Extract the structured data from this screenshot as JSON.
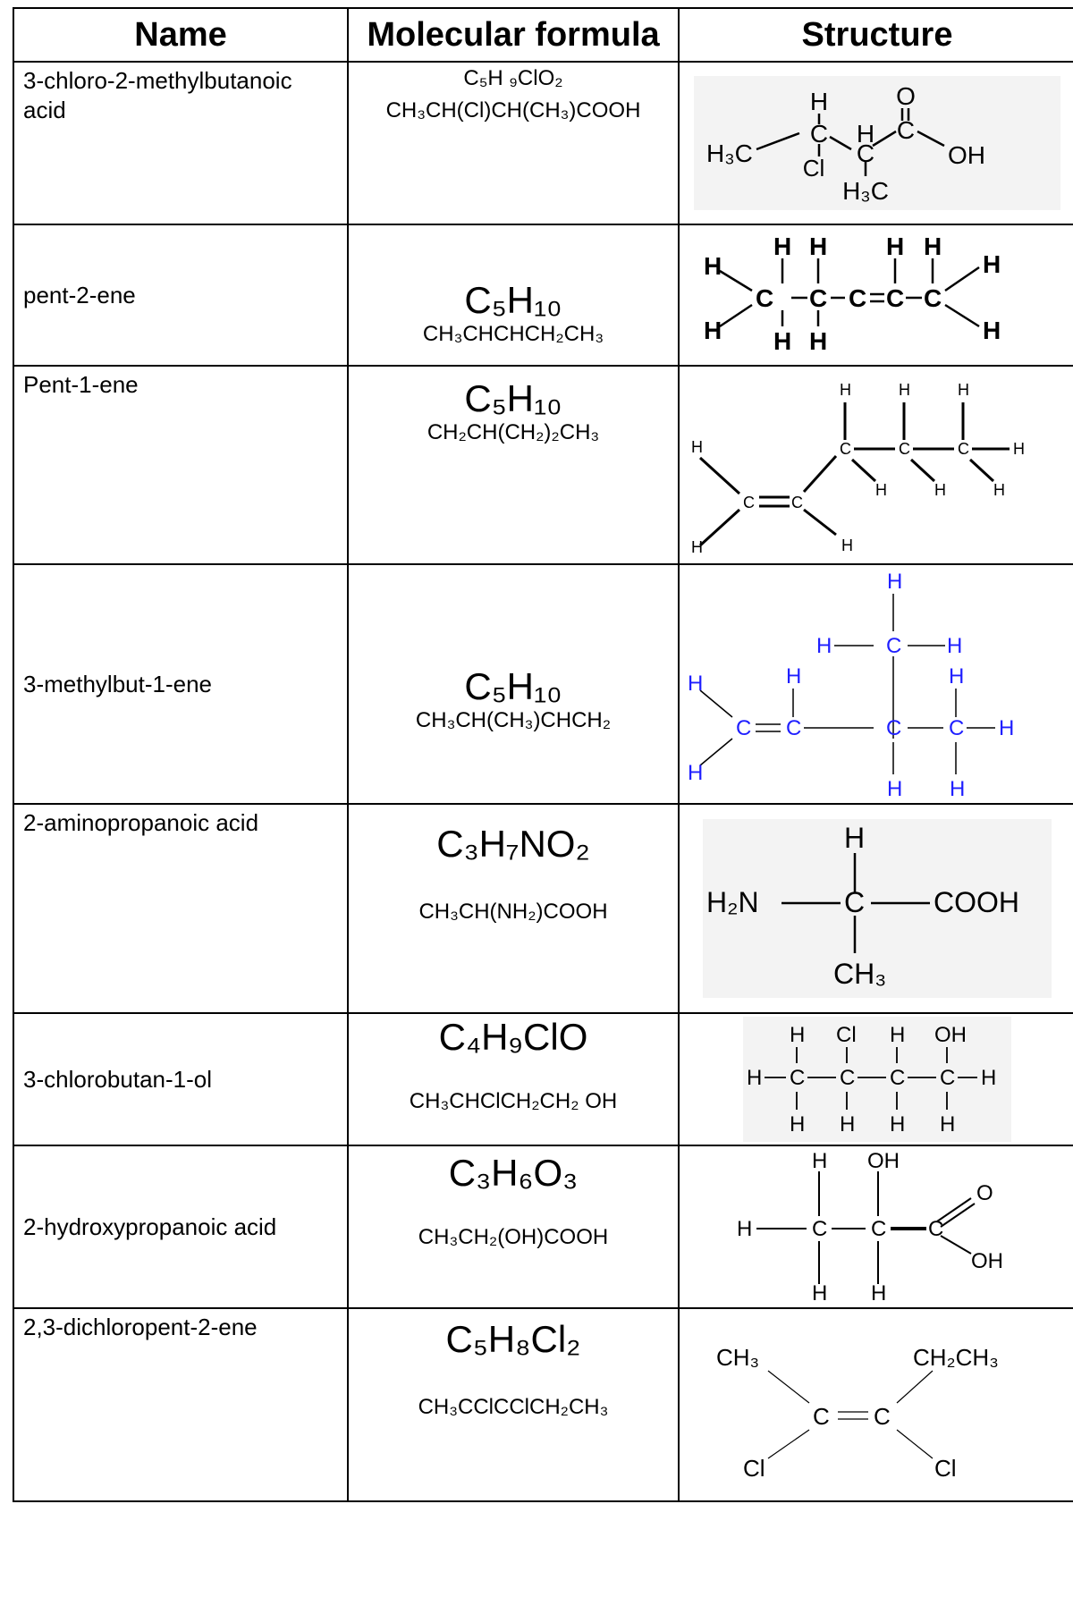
{
  "headers": {
    "name": "Name",
    "formula": "Molecular formula",
    "structure": "Structure"
  },
  "rows": [
    {
      "name": "3-chloro-2-methylbutanoic acid",
      "mf_main": "C₅H ₉ClO₂",
      "mf_condensed": "CH₃CH(Cl)CH(CH₃)COOH"
    },
    {
      "name": "pent-2-ene",
      "mf_main": "C₅H₁₀",
      "mf_condensed": "CH₃CHCHCH₂CH₃"
    },
    {
      "name": "Pent-1-ene",
      "mf_main": "C₅H₁₀",
      "mf_condensed": "CH₂CH(CH₂)₂CH₃"
    },
    {
      "name": "3-methylbut-1-ene",
      "mf_main": "C₅H₁₀",
      "mf_condensed": "CH₃CH(CH₃)CHCH₂"
    },
    {
      "name": "2-aminopropanoic acid",
      "mf_main": "C₃H₇NO₂",
      "mf_condensed": "CH₃CH(NH₂)COOH"
    },
    {
      "name": "3-chlorobutan-1-ol",
      "mf_main": "C₄H₉ClO",
      "mf_condensed": "CH₃CHClCH₂CH₂ OH"
    },
    {
      "name": "2-hydroxypropanoic acid",
      "mf_main": "C₃H₆O₃",
      "mf_condensed": "CH₃CH₂(OH)COOH"
    },
    {
      "name": "2,3-dichloropent-2-ene",
      "mf_main": "C₅H₈Cl₂",
      "mf_condensed": "CH₃CClCClCH₂CH₃"
    }
  ],
  "structure_labels": {
    "h": "H",
    "c": "C",
    "o": "O",
    "oh": "OH",
    "cl": "Cl",
    "h3c": "H₃C",
    "h2n": "H₂N",
    "cooh": "COOH",
    "ch3": "CH₃",
    "ch2ch3": "CH₂CH₃"
  },
  "colors": {
    "blue_label": "#1f1fff",
    "border": "#000000",
    "structure_bg": "#f3f3f3"
  }
}
